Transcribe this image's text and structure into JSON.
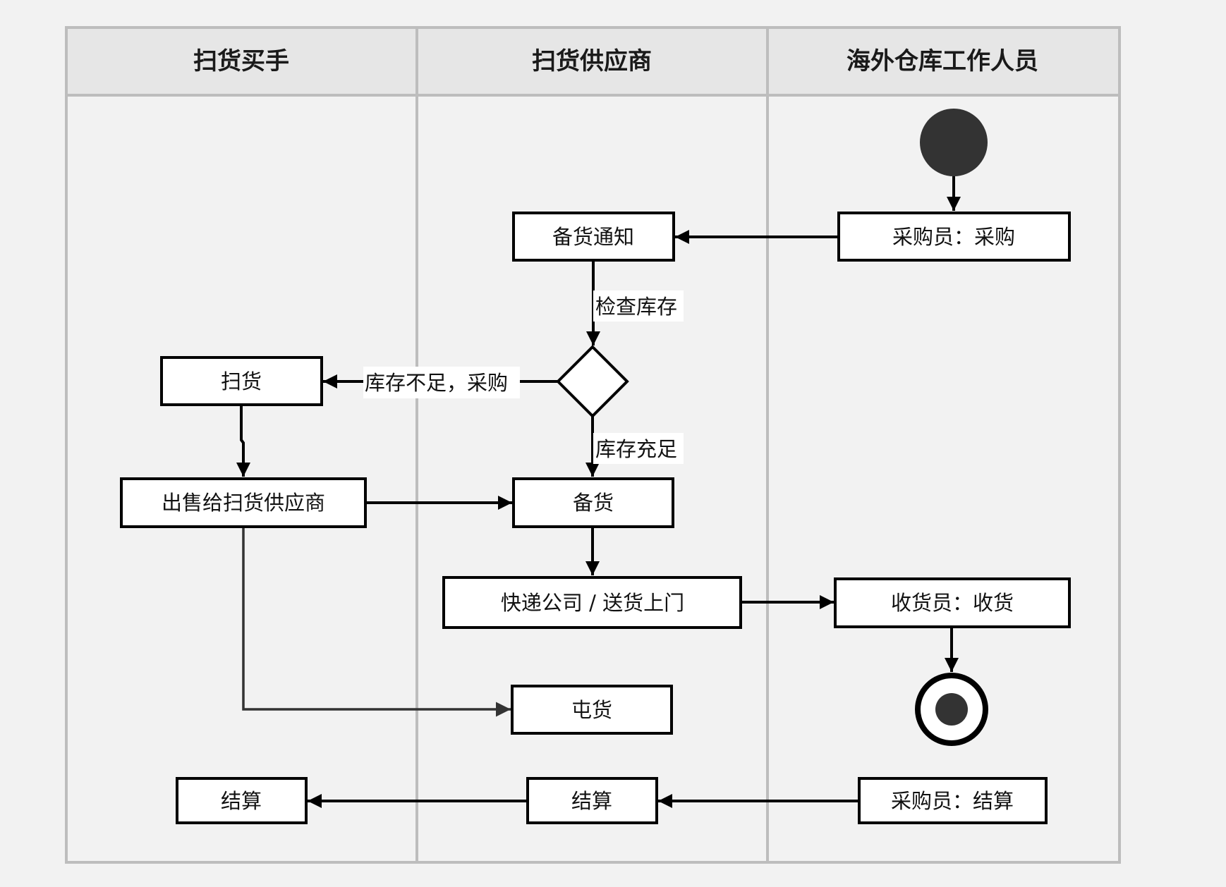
{
  "diagram": {
    "type": "swimlane-activity-diagram",
    "colors": {
      "background": "#f2f2f2",
      "header_fill": "#e6e6e6",
      "lane_border": "#bdbdbd",
      "node_fill": "#ffffff",
      "node_stroke": "#000000",
      "start_fill": "#333333",
      "secondary_edge": "#333333",
      "label_bg": "#ffffff"
    },
    "lanes": [
      {
        "id": "buyer",
        "title": "扫货买手"
      },
      {
        "id": "supplier",
        "title": "扫货供应商"
      },
      {
        "id": "warehouse",
        "title": "海外仓库工作人员"
      }
    ],
    "nodes": [
      {
        "id": "start",
        "kind": "start",
        "lane": "warehouse"
      },
      {
        "id": "purchase",
        "kind": "activity",
        "lane": "warehouse",
        "label": "采购员：采购"
      },
      {
        "id": "notify",
        "kind": "activity",
        "lane": "supplier",
        "label": "备货通知"
      },
      {
        "id": "decision",
        "kind": "decision",
        "lane": "supplier"
      },
      {
        "id": "sweep",
        "kind": "activity",
        "lane": "buyer",
        "label": "扫货"
      },
      {
        "id": "sell",
        "kind": "activity",
        "lane": "buyer",
        "label": "出售给扫货供应商"
      },
      {
        "id": "prepare",
        "kind": "activity",
        "lane": "supplier",
        "label": "备货"
      },
      {
        "id": "deliver",
        "kind": "activity",
        "lane": "supplier",
        "label": "快递公司 / 送货上门"
      },
      {
        "id": "receive",
        "kind": "activity",
        "lane": "warehouse",
        "label": "收货员：收货"
      },
      {
        "id": "end",
        "kind": "end",
        "lane": "warehouse"
      },
      {
        "id": "stock",
        "kind": "activity",
        "lane": "supplier",
        "label": "屯货"
      },
      {
        "id": "settle_buyer",
        "kind": "activity",
        "lane": "buyer",
        "label": "结算"
      },
      {
        "id": "settle_supplier",
        "kind": "activity",
        "lane": "supplier",
        "label": "结算"
      },
      {
        "id": "settle_purchase",
        "kind": "activity",
        "lane": "warehouse",
        "label": "采购员：结算"
      }
    ],
    "edges": [
      {
        "from": "start",
        "to": "purchase",
        "label": ""
      },
      {
        "from": "purchase",
        "to": "notify",
        "label": ""
      },
      {
        "from": "notify",
        "to": "decision",
        "label": "检查库存"
      },
      {
        "from": "decision",
        "to": "sweep",
        "label": "库存不足，采购"
      },
      {
        "from": "decision",
        "to": "prepare",
        "label": "库存充足"
      },
      {
        "from": "sweep",
        "to": "sell",
        "label": ""
      },
      {
        "from": "sell",
        "to": "prepare",
        "label": ""
      },
      {
        "from": "sell",
        "to": "stock",
        "label": ""
      },
      {
        "from": "prepare",
        "to": "deliver",
        "label": ""
      },
      {
        "from": "deliver",
        "to": "receive",
        "label": ""
      },
      {
        "from": "receive",
        "to": "end",
        "label": ""
      },
      {
        "from": "settle_purchase",
        "to": "settle_supplier",
        "label": ""
      },
      {
        "from": "settle_supplier",
        "to": "settle_buyer",
        "label": ""
      }
    ]
  }
}
